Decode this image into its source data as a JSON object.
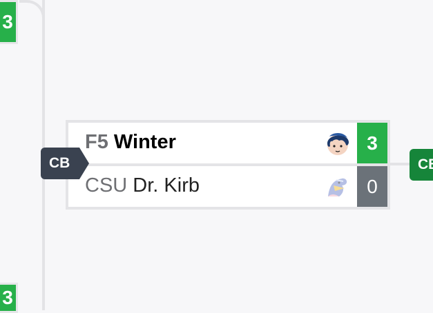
{
  "edges": {
    "top_score": "3",
    "bottom_score": "3"
  },
  "match": {
    "round_label": "CB",
    "next_round_label": "CB",
    "players": [
      {
        "tag": "F5",
        "name": "Winter",
        "score": "3",
        "character_icon": "marth-character-icon",
        "result": "win"
      },
      {
        "tag": "CSU",
        "name": "Dr. Kirb",
        "score": "0",
        "character_icon": "falco-character-icon",
        "result": "lose"
      }
    ]
  },
  "colors": {
    "win": "#27b04a",
    "lose": "#6b7279",
    "badge_dark": "#3a4250",
    "badge_green": "#16853a"
  }
}
